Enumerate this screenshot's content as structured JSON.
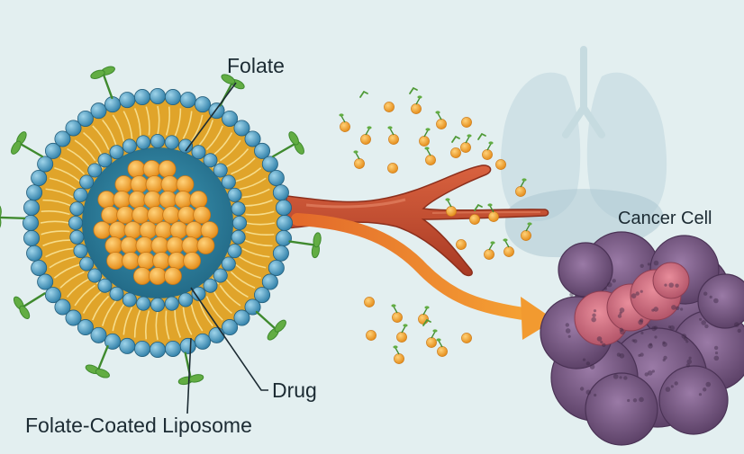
{
  "labels": {
    "folate": "Folate",
    "drug": "Drug",
    "liposome": "Folate-Coated Liposome",
    "cancer_cell": "Cancer Cell"
  },
  "colors": {
    "background": "#e3eff0",
    "phospholipid_head": "#4a9cc5",
    "lipid_tail": "#e0a42a",
    "core": "#2d7fa0",
    "drug": "#f2a32f",
    "folate": "#62ad43",
    "vessel": "#c24c31",
    "arrow": "#ef8a2a",
    "cancer_cell": "#7a5a85",
    "tumor_core": "#cf6b7c",
    "organs": "#bfd6de"
  },
  "icons": [
    "liposome",
    "drug-particle",
    "folate-ligand",
    "blood-vessel",
    "delivery-arrow",
    "cancer-cell",
    "lungs-icon",
    "liver-icon"
  ]
}
